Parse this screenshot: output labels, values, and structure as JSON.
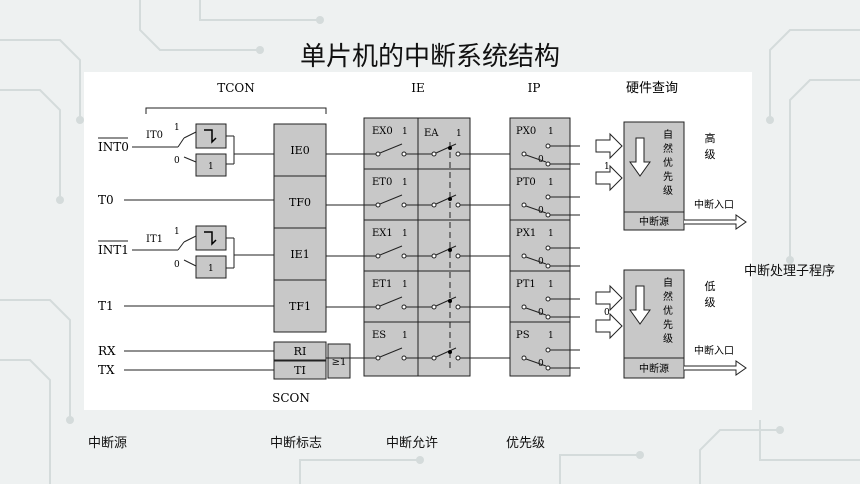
{
  "title": "单片机的中断系统结构",
  "diagram": {
    "tcon": "TCON",
    "ie": "IE",
    "ip": "IP",
    "hw_query": "硬件查询",
    "scon": "SCON",
    "inputs": [
      "INT0",
      "T0",
      "INT1",
      "T1",
      "RX",
      "TX"
    ],
    "it0": "IT0",
    "it1": "IT1",
    "one": "1",
    "zero": "0",
    "flags": [
      "IE0",
      "TF0",
      "IE1",
      "TF1",
      "RI",
      "TI"
    ],
    "or_gate": "≥1",
    "enables": [
      "EX0",
      "ET0",
      "EX1",
      "ET1",
      "ES"
    ],
    "ea": "EA",
    "prios": [
      "PX0",
      "PT0",
      "PX1",
      "PT1",
      "PS"
    ],
    "natural": [
      "自",
      "然",
      "优",
      "先",
      "级"
    ],
    "src": "中断源",
    "high": [
      "高",
      "级"
    ],
    "low": [
      "低",
      "级"
    ],
    "entry": "中断入口"
  },
  "side_label": "中断处理子程序",
  "captions": [
    "中断源",
    "中断标志",
    "中断允许",
    "优先级"
  ]
}
